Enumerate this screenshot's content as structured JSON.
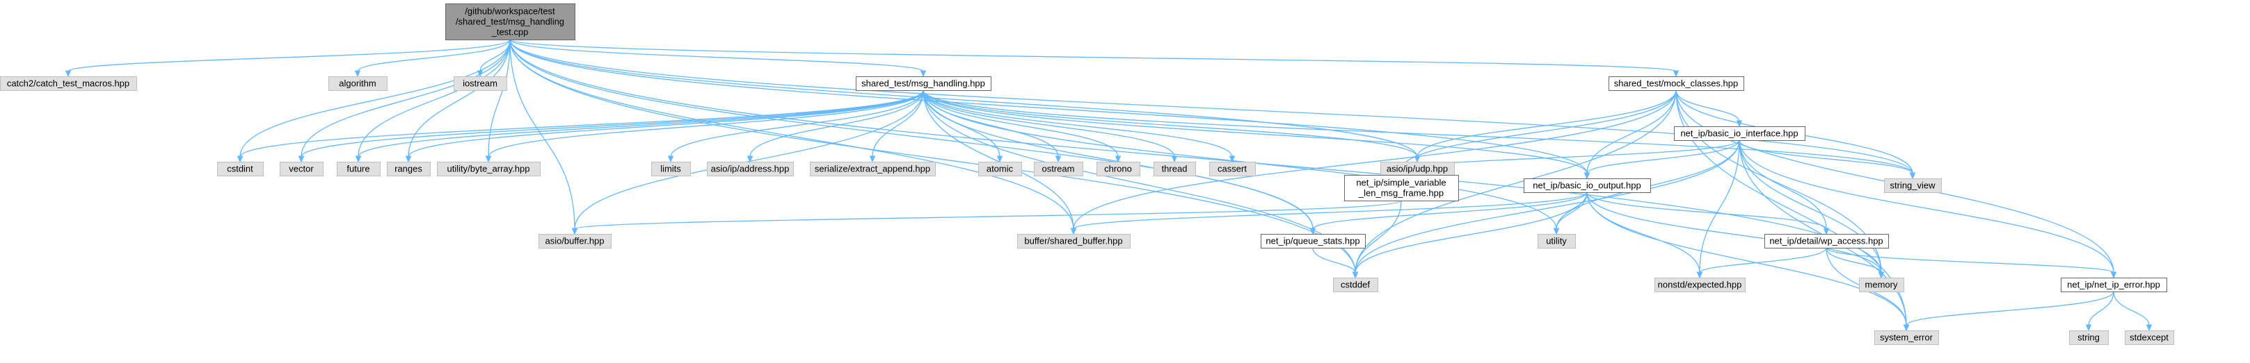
{
  "graph": {
    "colors": {
      "edge": "#63b8ff",
      "root_fill": "#999999",
      "node_border": "#666666",
      "leaf_fill": "#e0e0e0",
      "leaf_border": "#bfbfbf"
    },
    "nodes": [
      {
        "id": "root",
        "kind": "root",
        "lines": [
          "/github/workspace/test",
          "/shared_test/msg_handling",
          "_test.cpp"
        ]
      },
      {
        "id": "catch2",
        "kind": "gray",
        "lines": [
          "catch2/catch_test_macros.hpp"
        ]
      },
      {
        "id": "algorithm",
        "kind": "gray",
        "lines": [
          "algorithm"
        ]
      },
      {
        "id": "iostream",
        "kind": "gray",
        "lines": [
          "iostream"
        ]
      },
      {
        "id": "msg_handling",
        "kind": "white",
        "lines": [
          "shared_test/msg_handling.hpp"
        ]
      },
      {
        "id": "mock_classes",
        "kind": "white",
        "lines": [
          "shared_test/mock_classes.hpp"
        ]
      },
      {
        "id": "cstdint",
        "kind": "gray",
        "lines": [
          "cstdint"
        ]
      },
      {
        "id": "vector",
        "kind": "gray",
        "lines": [
          "vector"
        ]
      },
      {
        "id": "future",
        "kind": "gray",
        "lines": [
          "future"
        ]
      },
      {
        "id": "ranges",
        "kind": "gray",
        "lines": [
          "ranges"
        ]
      },
      {
        "id": "byte_array",
        "kind": "gray",
        "lines": [
          "utility/byte_array.hpp"
        ]
      },
      {
        "id": "limits",
        "kind": "gray",
        "lines": [
          "limits"
        ]
      },
      {
        "id": "asio_address",
        "kind": "gray",
        "lines": [
          "asio/ip/address.hpp"
        ]
      },
      {
        "id": "extract_append",
        "kind": "gray",
        "lines": [
          "serialize/extract_append.hpp"
        ]
      },
      {
        "id": "atomic",
        "kind": "gray",
        "lines": [
          "atomic"
        ]
      },
      {
        "id": "ostream",
        "kind": "gray",
        "lines": [
          "ostream"
        ]
      },
      {
        "id": "chrono",
        "kind": "gray",
        "lines": [
          "chrono"
        ]
      },
      {
        "id": "thread",
        "kind": "gray",
        "lines": [
          "thread"
        ]
      },
      {
        "id": "cassert",
        "kind": "gray",
        "lines": [
          "cassert"
        ]
      },
      {
        "id": "asio_udp",
        "kind": "gray",
        "lines": [
          "asio/ip/udp.hpp"
        ]
      },
      {
        "id": "basic_io_interface",
        "kind": "white",
        "lines": [
          "net_ip/basic_io_interface.hpp"
        ]
      },
      {
        "id": "string_view",
        "kind": "gray",
        "lines": [
          "string_view"
        ]
      },
      {
        "id": "simple_variable",
        "kind": "white",
        "lines": [
          "net_ip/simple_variable",
          "_len_msg_frame.hpp"
        ]
      },
      {
        "id": "basic_io_output",
        "kind": "white",
        "lines": [
          "net_ip/basic_io_output.hpp"
        ]
      },
      {
        "id": "asio_buffer",
        "kind": "gray",
        "lines": [
          "asio/buffer.hpp"
        ]
      },
      {
        "id": "shared_buffer",
        "kind": "gray",
        "lines": [
          "buffer/shared_buffer.hpp"
        ]
      },
      {
        "id": "queue_stats",
        "kind": "white",
        "lines": [
          "net_ip/queue_stats.hpp"
        ]
      },
      {
        "id": "utility",
        "kind": "gray",
        "lines": [
          "utility"
        ]
      },
      {
        "id": "wp_access",
        "kind": "white",
        "lines": [
          "net_ip/detail/wp_access.hpp"
        ]
      },
      {
        "id": "cstddef",
        "kind": "gray",
        "lines": [
          "cstddef"
        ]
      },
      {
        "id": "expected",
        "kind": "gray",
        "lines": [
          "nonstd/expected.hpp"
        ]
      },
      {
        "id": "memory",
        "kind": "gray",
        "lines": [
          "memory"
        ]
      },
      {
        "id": "net_ip_error",
        "kind": "white",
        "lines": [
          "net_ip/net_ip_error.hpp"
        ]
      },
      {
        "id": "system_error",
        "kind": "gray",
        "lines": [
          "system_error"
        ]
      },
      {
        "id": "string",
        "kind": "gray",
        "lines": [
          "string"
        ]
      },
      {
        "id": "stdexcept",
        "kind": "gray",
        "lines": [
          "stdexcept"
        ]
      }
    ],
    "edges": [
      [
        "root",
        "catch2"
      ],
      [
        "root",
        "algorithm"
      ],
      [
        "root",
        "iostream"
      ],
      [
        "root",
        "msg_handling"
      ],
      [
        "root",
        "mock_classes"
      ],
      [
        "root",
        "cstdint"
      ],
      [
        "root",
        "vector"
      ],
      [
        "root",
        "future"
      ],
      [
        "root",
        "ranges"
      ],
      [
        "root",
        "byte_array"
      ],
      [
        "root",
        "asio_udp"
      ],
      [
        "root",
        "string_view"
      ],
      [
        "root",
        "memory"
      ],
      [
        "root",
        "basic_io_output"
      ],
      [
        "root",
        "queue_stats"
      ],
      [
        "root",
        "asio_buffer"
      ],
      [
        "root",
        "shared_buffer"
      ],
      [
        "root",
        "cstddef"
      ],
      [
        "msg_handling",
        "cstdint"
      ],
      [
        "msg_handling",
        "vector"
      ],
      [
        "msg_handling",
        "future"
      ],
      [
        "msg_handling",
        "ranges"
      ],
      [
        "msg_handling",
        "byte_array"
      ],
      [
        "msg_handling",
        "limits"
      ],
      [
        "msg_handling",
        "asio_address"
      ],
      [
        "msg_handling",
        "extract_append"
      ],
      [
        "msg_handling",
        "atomic"
      ],
      [
        "msg_handling",
        "ostream"
      ],
      [
        "msg_handling",
        "chrono"
      ],
      [
        "msg_handling",
        "thread"
      ],
      [
        "msg_handling",
        "cassert"
      ],
      [
        "msg_handling",
        "asio_udp"
      ],
      [
        "msg_handling",
        "string_view"
      ],
      [
        "msg_handling",
        "utility"
      ],
      [
        "msg_handling",
        "basic_io_output"
      ],
      [
        "msg_handling",
        "queue_stats"
      ],
      [
        "msg_handling",
        "asio_buffer"
      ],
      [
        "msg_handling",
        "shared_buffer"
      ],
      [
        "msg_handling",
        "cstddef"
      ],
      [
        "mock_classes",
        "asio_udp"
      ],
      [
        "mock_classes",
        "basic_io_interface"
      ],
      [
        "mock_classes",
        "string_view"
      ],
      [
        "mock_classes",
        "simple_variable"
      ],
      [
        "mock_classes",
        "basic_io_output"
      ],
      [
        "mock_classes",
        "shared_buffer"
      ],
      [
        "mock_classes",
        "cstddef"
      ],
      [
        "mock_classes",
        "memory"
      ],
      [
        "mock_classes",
        "system_error"
      ],
      [
        "mock_classes",
        "net_ip_error"
      ],
      [
        "basic_io_interface",
        "string_view"
      ],
      [
        "basic_io_interface",
        "simple_variable"
      ],
      [
        "basic_io_interface",
        "basic_io_output"
      ],
      [
        "basic_io_interface",
        "utility"
      ],
      [
        "basic_io_interface",
        "wp_access"
      ],
      [
        "basic_io_interface",
        "cstddef"
      ],
      [
        "basic_io_interface",
        "expected"
      ],
      [
        "basic_io_interface",
        "memory"
      ],
      [
        "basic_io_interface",
        "system_error"
      ],
      [
        "basic_io_interface",
        "net_ip_error"
      ],
      [
        "simple_variable",
        "asio_buffer"
      ],
      [
        "simple_variable",
        "cstddef"
      ],
      [
        "basic_io_output",
        "queue_stats"
      ],
      [
        "basic_io_output",
        "utility"
      ],
      [
        "basic_io_output",
        "shared_buffer"
      ],
      [
        "basic_io_output",
        "wp_access"
      ],
      [
        "basic_io_output",
        "cstddef"
      ],
      [
        "basic_io_output",
        "expected"
      ],
      [
        "basic_io_output",
        "memory"
      ],
      [
        "basic_io_output",
        "system_error"
      ],
      [
        "queue_stats",
        "cstddef"
      ],
      [
        "wp_access",
        "expected"
      ],
      [
        "wp_access",
        "memory"
      ],
      [
        "wp_access",
        "system_error"
      ],
      [
        "wp_access",
        "net_ip_error"
      ],
      [
        "net_ip_error",
        "system_error"
      ],
      [
        "net_ip_error",
        "string"
      ],
      [
        "net_ip_error",
        "stdexcept"
      ]
    ]
  }
}
